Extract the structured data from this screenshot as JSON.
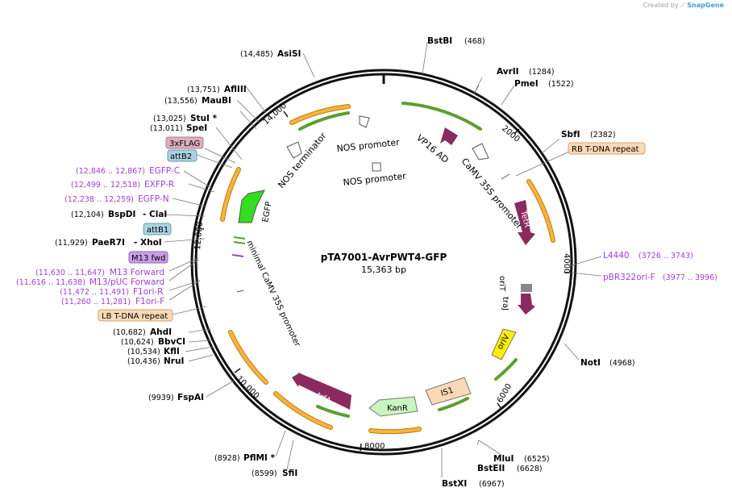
{
  "credit": {
    "prefix": "Created by",
    "brand": "SnapGene"
  },
  "plasmid": {
    "name": "pTA7001-AvrPWT4-GFP",
    "length_label": "15,363 bp"
  },
  "ticks": {
    "t2000": "2000",
    "t4000": "4000",
    "t6000": "6000",
    "t8000": "8000",
    "t10000": "10,000",
    "t12000": "12,000",
    "t14000": "14,000"
  },
  "sites": [
    {
      "id": "bstbi",
      "name": "BstBI",
      "pos": "(468)"
    },
    {
      "id": "avrii",
      "name": "AvrII",
      "pos": "(1284)"
    },
    {
      "id": "pmei",
      "name": "PmeI",
      "pos": "(1522)"
    },
    {
      "id": "sbfi",
      "name": "SbfI",
      "pos": "(2382)"
    },
    {
      "id": "noti",
      "name": "NotI",
      "pos": "(4968)"
    },
    {
      "id": "mlui",
      "name": "MluI",
      "pos": "(6525)"
    },
    {
      "id": "bsteii",
      "name": "BstEII",
      "pos": "(6628)"
    },
    {
      "id": "bstxi",
      "name": "BstXI",
      "pos": "(6967)"
    },
    {
      "id": "sfii",
      "name": "SfiI",
      "pos": "(8599)"
    },
    {
      "id": "pflmi",
      "name": "PflMI *",
      "pos": "(8928)"
    },
    {
      "id": "fspai",
      "name": "FspAI",
      "pos": "(9939)"
    },
    {
      "id": "nrui",
      "name": "NruI",
      "pos": "(10,436)"
    },
    {
      "id": "kfli",
      "name": "KflI",
      "pos": "(10,534)"
    },
    {
      "id": "bbvci",
      "name": "BbvCI",
      "pos": "(10,624)"
    },
    {
      "id": "ahdi",
      "name": "AhdI",
      "pos": "(10,682)"
    },
    {
      "id": "paer7i",
      "name": "PaeR7I",
      "name2": "- XhoI",
      "pos": "(11,929)"
    },
    {
      "id": "bspdi",
      "name": "BspDI",
      "name2": "- ClaI",
      "pos": "(12,104)"
    },
    {
      "id": "spei",
      "name": "SpeI",
      "pos": "(13,011)"
    },
    {
      "id": "stui",
      "name": "StuI *",
      "pos": "(13,025)"
    },
    {
      "id": "maubi",
      "name": "MauBI",
      "pos": "(13,556)"
    },
    {
      "id": "afliii",
      "name": "AflIII",
      "pos": "(13,751)"
    },
    {
      "id": "asisi",
      "name": "AsiSI",
      "pos": "(14,485)"
    }
  ],
  "primers": [
    {
      "id": "l4440",
      "name": "L4440",
      "pos": "(3726 .. 3743)"
    },
    {
      "id": "pbr322",
      "name": "pBR322ori-F",
      "pos": "(3977 .. 3996)"
    },
    {
      "id": "egfpc",
      "name": "EGFP-C",
      "pos": "(12,846 .. 12,867)"
    },
    {
      "id": "exfpr",
      "name": "EXFP-R",
      "pos": "(12,499 .. 12,518)"
    },
    {
      "id": "egfpn",
      "name": "EGFP-N",
      "pos": "(12,238 .. 12,259)"
    },
    {
      "id": "m13f",
      "name": "M13 Forward",
      "pos": "(11,630 .. 11,647)"
    },
    {
      "id": "m13puc",
      "name": "M13/pUC Forward",
      "pos": "(11,616 .. 11,638)"
    },
    {
      "id": "f1orir",
      "name": "F1ori-R",
      "pos": "(11,472 .. 11,491)"
    },
    {
      "id": "f1orif",
      "name": "F1ori-F",
      "pos": "(11,260 .. 11,281)"
    }
  ],
  "boxed": {
    "rb": "RB T-DNA repeat",
    "lb": "LB T-DNA repeat",
    "flag": "3xFLAG",
    "attb2": "attB2",
    "attb1": "attB1",
    "m13fwd": "M13 fwd"
  },
  "features": {
    "vp16": "VP16 AD",
    "nos_prom_1": "NOS promoter",
    "nos_prom_2": "NOS promoter",
    "nos_term": "NOS terminator",
    "camv": "CaMV 35S promoter",
    "mincamv": "minimal CaMV 35S promoter",
    "egfp": "EGFP",
    "tetr": "TetR",
    "orit": "oriT",
    "traj": "traJ",
    "oriv": "oriV",
    "is1": "IS1",
    "kanr": "KanR",
    "trfa": "trfA"
  },
  "colors": {
    "orange_fill": "#f5b342",
    "green_fill": "#5aa02c",
    "feature_purple": "#8b2a5c",
    "egfp_green": "#33dd22",
    "oriv_yellow": "#ffee00",
    "primer_text": "#a23fd1",
    "tdna_box": "#fbd9b6",
    "flag_box": "#dcaec0",
    "attb_box": "#a8d4e0",
    "m13_box": "#c9a0e6"
  }
}
